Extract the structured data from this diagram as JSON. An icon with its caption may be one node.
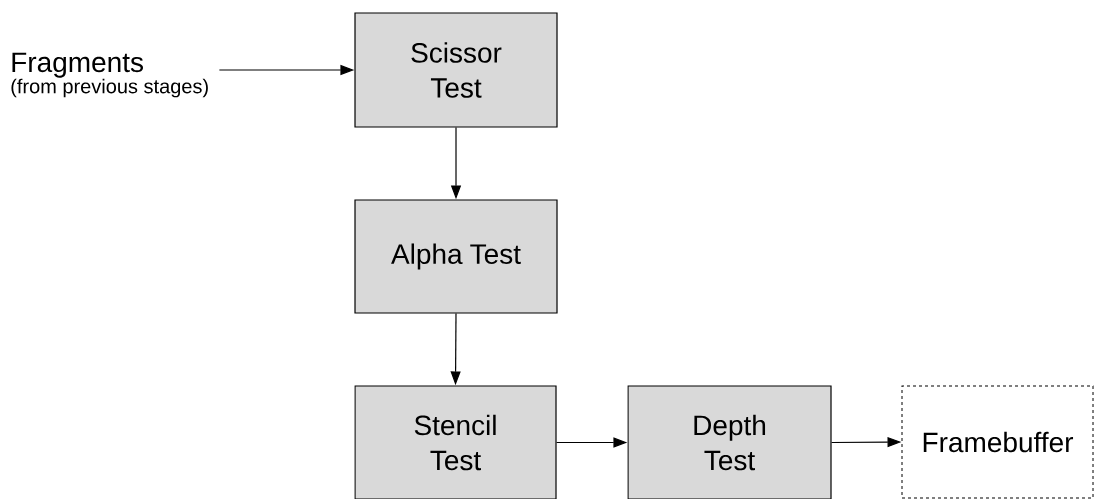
{
  "diagram": {
    "nodes": [
      {
        "text": [
          "Fragments",
          "(from previous stages)"
        ]
      },
      {
        "text": [
          "Scissor Test"
        ]
      },
      {
        "text": [
          "Alpha Test"
        ]
      },
      {
        "text": [
          "Stencil Test"
        ]
      },
      {
        "text": [
          "Depth Test"
        ]
      },
      {
        "text": [
          "Framebuffer"
        ]
      }
    ],
    "edges": [
      {
        "from": 0,
        "to": 1,
        "arrow": "to"
      },
      {
        "from": 1,
        "to": 2,
        "arrow": "to"
      },
      {
        "from": 2,
        "to": 3,
        "arrow": "to"
      },
      {
        "from": 3,
        "to": 4,
        "arrow": "to"
      },
      {
        "from": 4,
        "to": 5,
        "arrow": "to"
      }
    ]
  }
}
